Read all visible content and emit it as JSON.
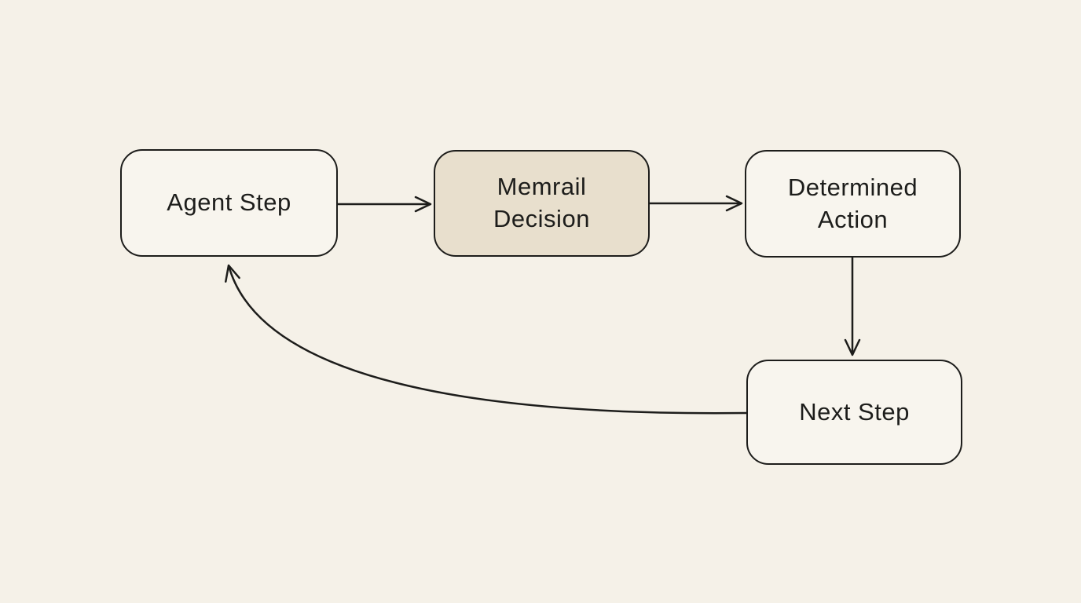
{
  "diagram": {
    "type": "flowchart",
    "nodes": [
      {
        "id": "agent-step",
        "label": "Agent Step",
        "highlighted": false
      },
      {
        "id": "memrail-decision",
        "label": "Memrail Decision",
        "highlighted": true
      },
      {
        "id": "determined-action",
        "label": "Determined Action",
        "highlighted": false
      },
      {
        "id": "next-step",
        "label": "Next Step",
        "highlighted": false
      }
    ],
    "edges": [
      {
        "from": "agent-step",
        "to": "memrail-decision",
        "style": "straight-arrow"
      },
      {
        "from": "memrail-decision",
        "to": "determined-action",
        "style": "straight-arrow"
      },
      {
        "from": "determined-action",
        "to": "next-step",
        "style": "straight-arrow"
      },
      {
        "from": "next-step",
        "to": "agent-step",
        "style": "curved-arrow"
      }
    ],
    "colors": {
      "background": "#f5f1e8",
      "node_fill": "#f8f5ee",
      "highlight_fill": "#e8dfcd",
      "stroke": "#1d1d1b",
      "text": "#1d1d1b"
    }
  }
}
